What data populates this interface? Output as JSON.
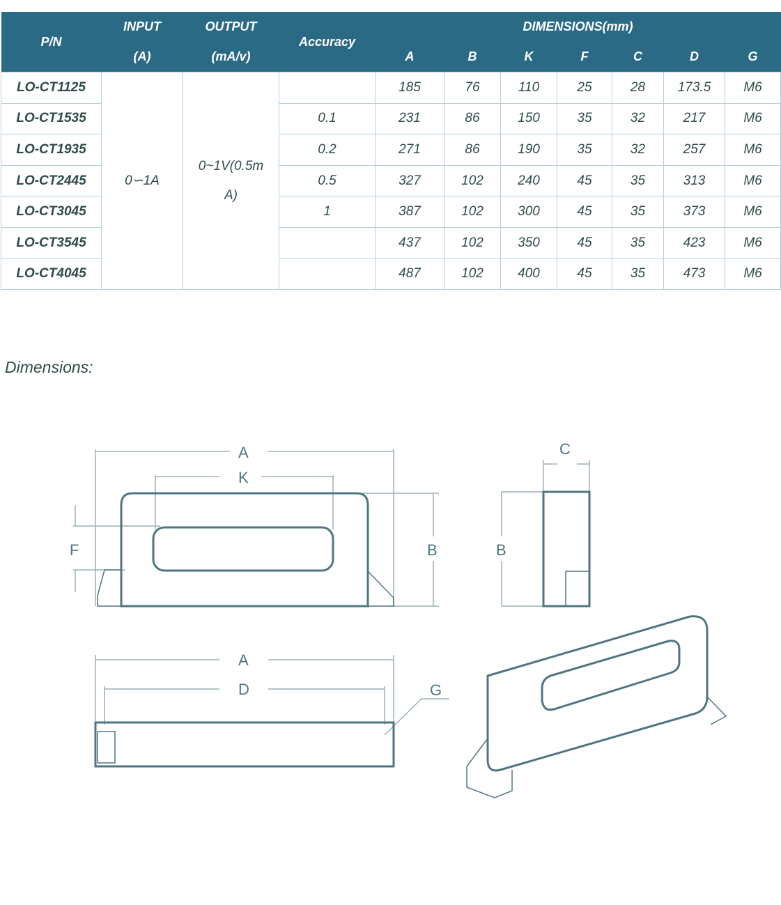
{
  "table": {
    "headers": {
      "pn": "P/N",
      "input": "INPUT",
      "input_unit": "(A)",
      "output": "OUTPUT",
      "output_unit": "(mA/v)",
      "accuracy": "Accuracy",
      "dimensions": "DIMENSIONS(mm)",
      "cols": [
        "A",
        "B",
        "K",
        "F",
        "C",
        "D",
        "G"
      ]
    },
    "input_value": "0∽1A",
    "output_value": "0~1V(0.5mA)",
    "rows": [
      {
        "pn": "LO-CT1125",
        "acc": "",
        "dims": [
          "185",
          "76",
          "110",
          "25",
          "28",
          "173.5",
          "M6"
        ]
      },
      {
        "pn": "LO-CT1535",
        "acc": "0.1",
        "dims": [
          "231",
          "86",
          "150",
          "35",
          "32",
          "217",
          "M6"
        ]
      },
      {
        "pn": "LO-CT1935",
        "acc": "0.2",
        "dims": [
          "271",
          "86",
          "190",
          "35",
          "32",
          "257",
          "M6"
        ]
      },
      {
        "pn": "LO-CT2445",
        "acc": "0.5",
        "dims": [
          "327",
          "102",
          "240",
          "45",
          "35",
          "313",
          "M6"
        ]
      },
      {
        "pn": "LO-CT3045",
        "acc": "1",
        "dims": [
          "387",
          "102",
          "300",
          "45",
          "35",
          "373",
          "M6"
        ]
      },
      {
        "pn": "LO-CT3545",
        "acc": "",
        "dims": [
          "437",
          "102",
          "350",
          "45",
          "35",
          "423",
          "M6"
        ]
      },
      {
        "pn": "LO-CT4045",
        "acc": "",
        "dims": [
          "487",
          "102",
          "400",
          "45",
          "35",
          "473",
          "M6"
        ]
      }
    ]
  },
  "section_title": "Dimensions:",
  "drawing_labels": {
    "a": "A",
    "k": "K",
    "f": "F",
    "b": "B",
    "c": "C",
    "d": "D",
    "g": "G"
  }
}
